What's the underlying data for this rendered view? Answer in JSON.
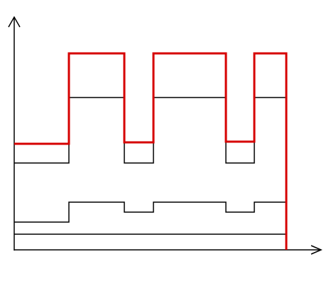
{
  "diagram": {
    "type": "step waveform diagram",
    "axes": {
      "x_arrow": true,
      "y_arrow": true,
      "axis_color": "#000000"
    },
    "highlight_color": "#d60000",
    "line_color": "#000000",
    "waveforms": [
      {
        "name": "red-trace",
        "color": "#d60000",
        "levels": [
          0,
          1,
          0,
          1,
          0,
          1
        ]
      },
      {
        "name": "upper-black-trace",
        "color": "#000000",
        "levels": [
          0,
          1,
          0,
          1,
          0,
          1
        ]
      },
      {
        "name": "lower-black-trace",
        "color": "#000000",
        "levels": [
          0,
          1,
          0,
          1,
          0,
          1
        ]
      },
      {
        "name": "baseline-trace",
        "color": "#000000",
        "levels": [
          0
        ]
      }
    ]
  }
}
